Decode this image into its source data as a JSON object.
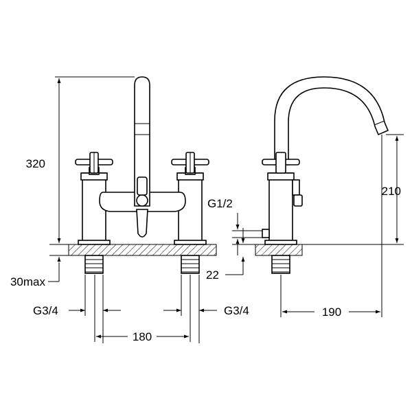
{
  "front_view": {
    "height_label": "320",
    "deck_thickness_label": "30max",
    "inlet_left_label": "G3/4",
    "inlet_right_label": "G3/4",
    "centres_label": "180"
  },
  "side_view": {
    "spout_height_label": "210",
    "outlet_thread_label": "G1/2",
    "outlet_drop_label": "22",
    "reach_label": "190"
  }
}
